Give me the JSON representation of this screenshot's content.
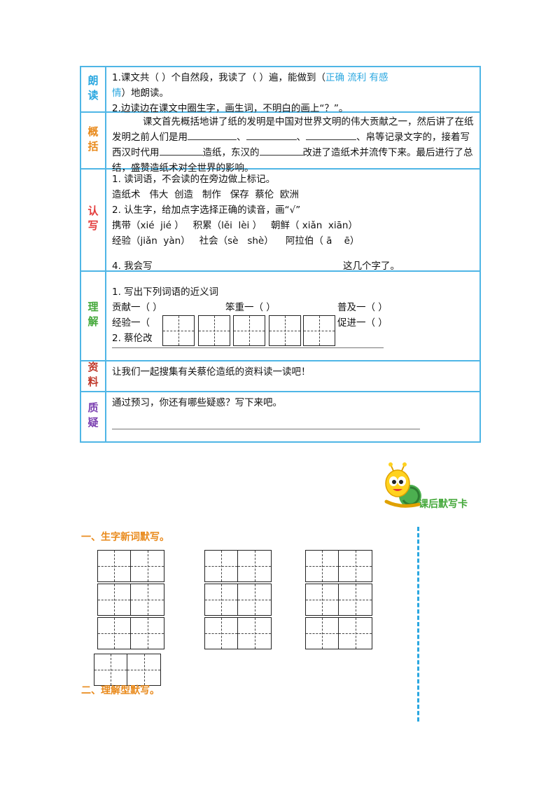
{
  "rows": {
    "langdu": {
      "label": "朗读",
      "line1_a": "1.课文共（    ）个自然段，我读了（    ）遍，能做到（",
      "line1_b": "正确 流利 有感",
      "line1_c": "情",
      "line1_d": "）地朗读。",
      "line2": "2.边读边在课文中圈生字，画生词，不明白的画上“？”。"
    },
    "gaikuo": {
      "label": "概括",
      "text_a": "课文首先概括地讲了纸的发明是中国对世界文明的伟大贡献之一，然后讲了在纸发明之前人们是用",
      "sep1": "、",
      "sep2": "、",
      "text_b": "、帛等记录文字的，接着写西汉时代用",
      "text_c": "造纸，东汉的",
      "text_d": "改进了造纸术并流传下来。最后进行了总结，盛赞造纸术对全世界的影响。"
    },
    "renxie": {
      "label": "认写",
      "l1": "1. 读词语，不会读的在旁边做上标记。",
      "l2": "造纸术   伟大  创造   制作   保存  蔡伦  欧洲",
      "l3": "2. 认生字，给加点字选择正确的读音，画“√”",
      "l4": "携带（xié  jié ）   积累（lěi  lèi ）   朝鲜（ xiǎn  xiān）",
      "l5": "经验（jiǎn  yàn）   社会（sè   shè）    阿拉伯（ ā    ē）",
      "l6a": "4. 我会写",
      "l6b": "这几个字了。"
    },
    "lijie": {
      "label": "理解",
      "l1": "1. 写出下列词语的近义词",
      "l2a": "贡献一（      ）",
      "l2b": "笨重一（      ）",
      "l2c": "普及一（      ）",
      "l3a": "经验一（",
      "l3b": "促进一（      ）",
      "l4": "2. 蔡伦改"
    },
    "ziliao": {
      "label": "资料",
      "text": "让我们一起搜集有关蔡伦造纸的资料读一读吧！"
    },
    "zhiyi": {
      "label": "质疑",
      "text": "通过预习，你还有哪些疑惑？写下来吧。"
    }
  },
  "card": {
    "title": "课后默写卡",
    "section1": "一、生字新词默写。",
    "section2": "二、理解型默写。"
  }
}
